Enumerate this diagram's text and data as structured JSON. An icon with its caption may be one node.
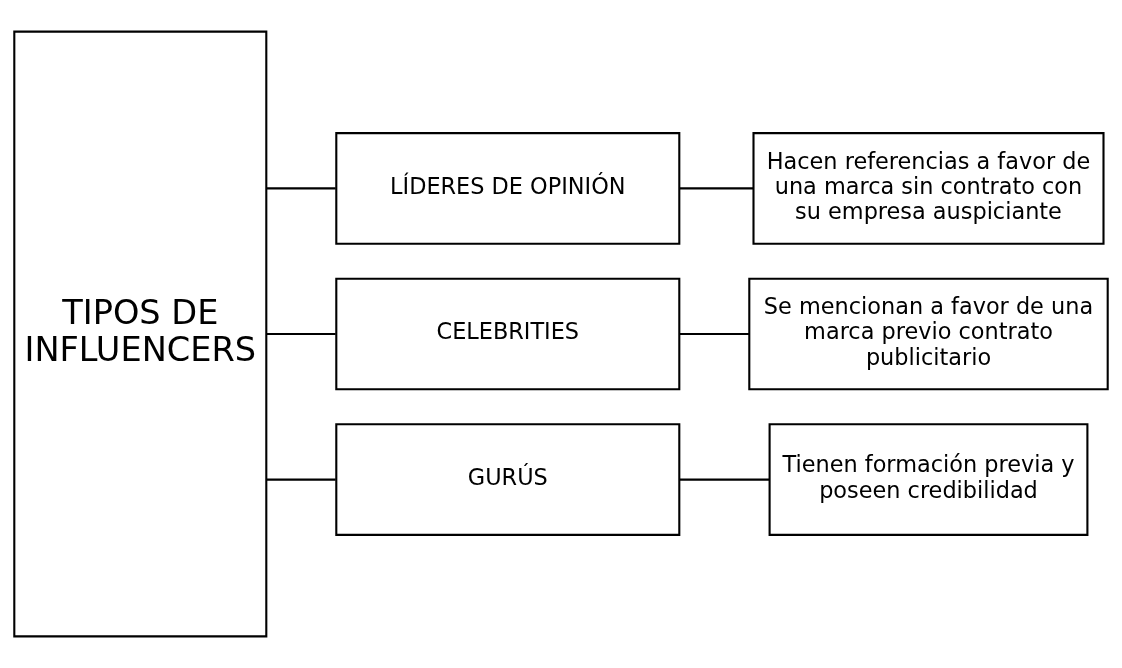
{
  "diagram": {
    "nodes": [
      {
        "text": [
          "TIPOS DE INFLUENCERS"
        ]
      },
      {
        "text": [
          "LÍDERES DE OPINIÓN"
        ]
      },
      {
        "text": [
          "CELEBRITIES"
        ]
      },
      {
        "text": [
          "GURÚS"
        ]
      },
      {
        "text": [
          "Hacen referencias a favor de una marca sin contrato con su empresa auspiciante"
        ]
      },
      {
        "text": [
          "Se mencionan a favor de una marca previo contrato publicitario"
        ]
      },
      {
        "text": [
          "Tienen formación previa y poseen credibilidad"
        ]
      }
    ],
    "edges": [
      {
        "from": 0,
        "to": 1,
        "arrow": "none"
      },
      {
        "from": 0,
        "to": 2,
        "arrow": "none"
      },
      {
        "from": 0,
        "to": 3,
        "arrow": "none"
      },
      {
        "from": 1,
        "to": 4,
        "arrow": "none"
      },
      {
        "from": 2,
        "to": 5,
        "arrow": "none"
      },
      {
        "from": 3,
        "to": 6,
        "arrow": "none"
      }
    ]
  }
}
